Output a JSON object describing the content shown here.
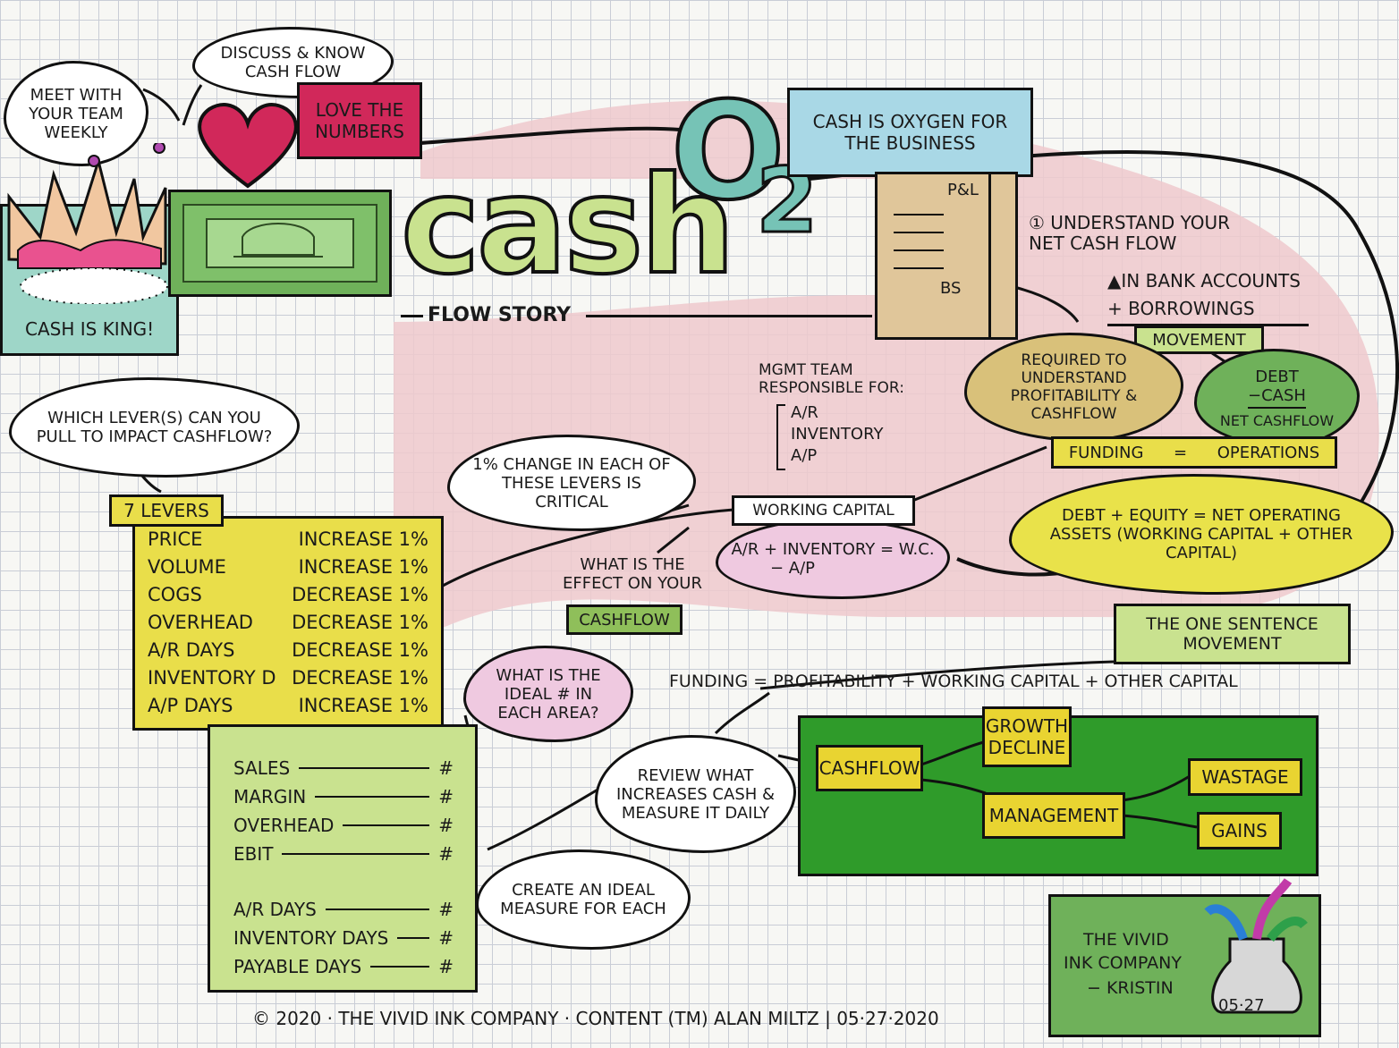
{
  "colors": {
    "pink": "#efc9cc",
    "green": "#6fb15a",
    "lightgreen": "#c9e28f",
    "yellow": "#e9de4a",
    "blue": "#a9d8e6",
    "teal": "#76c3b6",
    "red": "#d1285a"
  },
  "top_left": {
    "meet_team": "MEET WITH YOUR TEAM WEEKLY",
    "discuss": "DISCUSS & KNOW CASH FLOW",
    "love_numbers": "LOVE THE NUMBERS",
    "cash_king": "CASH IS KING!"
  },
  "title": {
    "main": "cash",
    "o2": "O",
    "sub2": "2",
    "flow_story": "FLOW STORY"
  },
  "oxygen": "CASH IS OXYGEN FOR THE BUSINESS",
  "statement": {
    "pl": "P&L",
    "bs": "BS"
  },
  "net_cash": {
    "heading": "① UNDERSTAND YOUR NET CASH FLOW",
    "line1": "▲IN BANK ACCOUNTS",
    "line2": "+ BORROWINGS",
    "movement": "MOVEMENT",
    "debt": "DEBT",
    "cash": "−CASH",
    "net": "NET CASHFLOW"
  },
  "required": "REQUIRED TO UNDERSTAND PROFITABILITY & CASHFLOW",
  "mgmt": {
    "title": "MGMT TEAM RESPONSIBLE FOR:",
    "items": [
      "A/R",
      "INVENTORY",
      "A/P"
    ]
  },
  "funding_ops": {
    "left": "FUNDING",
    "eq": "=",
    "right": "OPERATIONS"
  },
  "debt_equity": "DEBT + EQUITY = NET OPERATING ASSETS (WORKING CAPITAL + OTHER CAPITAL)",
  "which_levers": "WHICH LEVER(S) CAN YOU PULL TO IMPACT CASHFLOW?",
  "one_pct": "1% CHANGE IN EACH OF THESE LEVERS IS CRITICAL",
  "working_capital": {
    "label": "WORKING CAPITAL",
    "line1": "A/R + INVENTORY = W.C.",
    "line2": "− A/P"
  },
  "effect": {
    "text": "WHAT IS THE EFFECT ON YOUR",
    "box": "CASHFLOW"
  },
  "one_sentence": "THE ONE SENTENCE MOVEMENT",
  "funding_eq": "FUNDING = PROFITABILITY + WORKING CAPITAL + OTHER CAPITAL",
  "levers": {
    "label": "7 LEVERS",
    "rows": [
      {
        "name": "PRICE",
        "change": "INCREASE 1%"
      },
      {
        "name": "VOLUME",
        "change": "INCREASE 1%"
      },
      {
        "name": "COGS",
        "change": "DECREASE 1%"
      },
      {
        "name": "OVERHEAD",
        "change": "DECREASE 1%"
      },
      {
        "name": "A/R DAYS",
        "change": "DECREASE 1%"
      },
      {
        "name": "INVENTORY D",
        "change": "DECREASE 1%"
      },
      {
        "name": "A/P DAYS",
        "change": "INCREASE 1%"
      }
    ]
  },
  "metrics": {
    "group1": [
      "SALES",
      "MARGIN",
      "OVERHEAD",
      "EBIT"
    ],
    "group2": [
      "A/R DAYS",
      "INVENTORY DAYS",
      "PAYABLE DAYS"
    ],
    "symbol": "#"
  },
  "ideal_num": "WHAT IS THE IDEAL # IN EACH AREA?",
  "review": "REVIEW WHAT INCREASES CASH & MEASURE IT DAILY",
  "create": "CREATE AN IDEAL MEASURE FOR EACH",
  "flow": {
    "cashflow": "CASHFLOW",
    "growth": "GROWTH DECLINE",
    "management": "MANAGEMENT",
    "wastage": "WASTAGE",
    "gains": "GAINS"
  },
  "signature": {
    "line1": "THE VIVID",
    "line2": "INK COMPANY",
    "line3": "− KRISTIN",
    "date": "05·27"
  },
  "footer": "© 2020 · THE VIVID INK COMPANY · CONTENT (TM) ALAN MILTZ | 05·27·2020"
}
